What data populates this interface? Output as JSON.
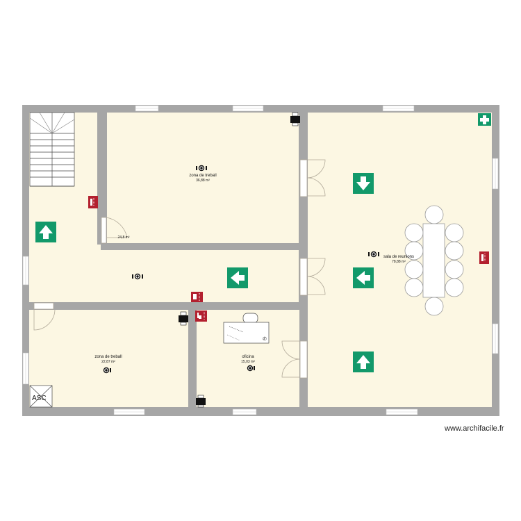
{
  "plan": {
    "rooms": [
      {
        "id": "stair-hall",
        "name": "",
        "area": "24,8 m²"
      },
      {
        "id": "zona-treball-1",
        "name": "zona de treball",
        "area": "36,88 m²"
      },
      {
        "id": "sala-reunions",
        "name": "sala de reunions",
        "area": "78,88 m²"
      },
      {
        "id": "zona-treball-2",
        "name": "zona de treball",
        "area": "22,87 m²"
      },
      {
        "id": "oficina",
        "name": "oficina",
        "area": "15,03 m²"
      }
    ],
    "elevator_label": "ASC",
    "symbols": {
      "exit_sign": "emergency-exit-arrow",
      "first_aid": "first-aid-cross",
      "extinguisher": "fire-extinguisher",
      "alarm": "fire-alarm-button",
      "camera": "security-camera",
      "printer": "printer"
    },
    "colors": {
      "wall": "#a6a6a6",
      "floor": "#fcf7e3",
      "exit_green": "#12996a",
      "fire_red": "#b3202f"
    }
  },
  "watermark": "www.archifacile.fr"
}
